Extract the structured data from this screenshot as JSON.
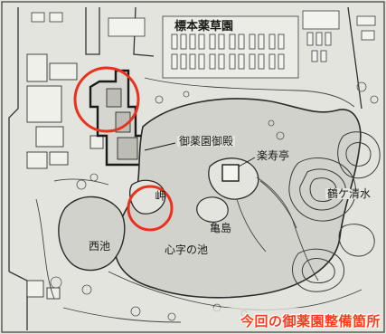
{
  "labels": {
    "garden_top": "標本薬草園",
    "palace": "御薬園御殿",
    "pavilion": "楽寿亭",
    "cape": "岬",
    "turtle_island": "亀島",
    "west_pond": "西池",
    "heart_pond": "心字の池",
    "crane_water": "鶴ケ清水"
  },
  "caption": "今回の御薬園整備箇所",
  "colors": {
    "paper": "#e4e4de",
    "ink": "#2a2a2a",
    "water": "#d0d0ca",
    "highlight": "#e8321e",
    "caption": "#ff3a1a"
  }
}
